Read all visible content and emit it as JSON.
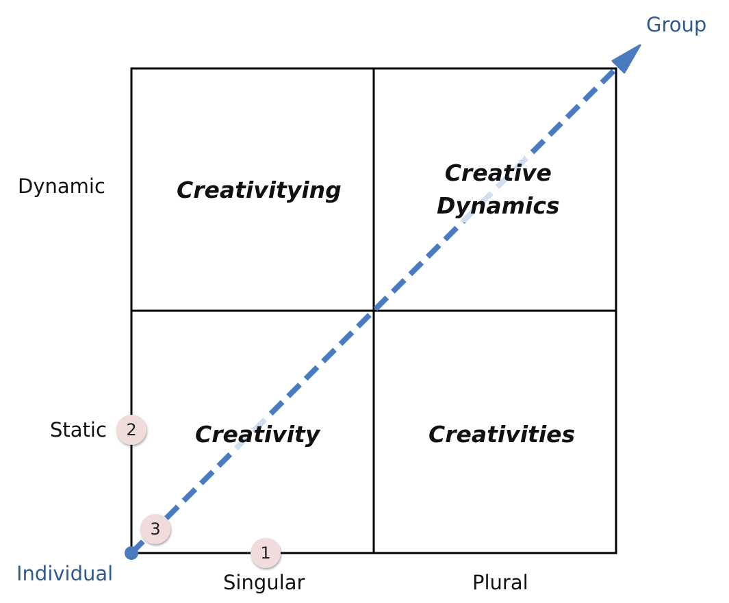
{
  "axes": {
    "y_top": "Dynamic",
    "y_bottom": "Static",
    "x_left": "Singular",
    "x_right": "Plural",
    "origin": "Individual",
    "diagonal_end": "Group"
  },
  "quadrants": {
    "top_left": "Creativitying",
    "top_right_line1": "Creative",
    "top_right_line2": "Dynamics",
    "bottom_left": "Creativity",
    "bottom_right": "Creativities"
  },
  "markers": {
    "singular": "1",
    "static": "2",
    "diagonal": "3"
  },
  "colors": {
    "arrow": "#4a7bbf",
    "accent_text": "#2f5a8e",
    "badge_fill": "#f1dcdc",
    "grid": "#000000"
  }
}
